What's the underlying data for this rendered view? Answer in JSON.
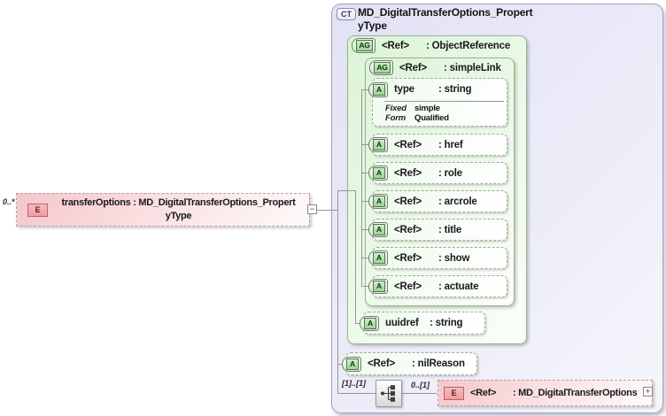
{
  "colors": {
    "complex_type_fill": "#e2e2f5",
    "complex_type_border": "#a2a2c8",
    "attribute_group_fill": "#dbf4d6",
    "attribute_group_border": "#9bb095",
    "attribute_badge_fill": "#9ad693",
    "element_fill": "#f5c6ca",
    "element_badge_fill": "#f29b9f",
    "connector": "#979797"
  },
  "left_element": {
    "multiplicity": "0..*",
    "badge": "E",
    "label_lines": [
      "transferOptions : MD_DigitalTransferOptions_Propert",
      "yType"
    ]
  },
  "complex_type": {
    "badge": "CT",
    "title_lines": [
      "MD_DigitalTransferOptions_Propert",
      "yType"
    ]
  },
  "object_reference": {
    "badge": "AG",
    "name": "<Ref>",
    "type": ": ObjectReference"
  },
  "simple_link": {
    "badge": "AG",
    "name": "<Ref>",
    "type": ": simpleLink"
  },
  "type_attribute": {
    "badge": "A",
    "name": "type",
    "type": ": string",
    "facets": [
      {
        "label": "Fixed",
        "value": "simple"
      },
      {
        "label": "Form",
        "value": "Qualified"
      }
    ]
  },
  "ref_attributes": [
    {
      "badge": "A",
      "name": "<Ref>",
      "type": ": href"
    },
    {
      "badge": "A",
      "name": "<Ref>",
      "type": ": role"
    },
    {
      "badge": "A",
      "name": "<Ref>",
      "type": ": arcrole"
    },
    {
      "badge": "A",
      "name": "<Ref>",
      "type": ": title"
    },
    {
      "badge": "A",
      "name": "<Ref>",
      "type": ": show"
    },
    {
      "badge": "A",
      "name": "<Ref>",
      "type": ": actuate"
    }
  ],
  "uuidref_attribute": {
    "badge": "A",
    "name": "uuidref",
    "type": ": string"
  },
  "nilreason_attribute": {
    "badge": "A",
    "name": "<Ref>",
    "type": ": nilReason"
  },
  "sequence_row": {
    "outer_multiplicity": "[1]..[1]",
    "inner_multiplicity": "0..[1]",
    "icon": "sequence-icon"
  },
  "child_element": {
    "badge": "E",
    "name": "<Ref>",
    "type": ": MD_DigitalTransferOptions"
  },
  "handles": {
    "collapse": "−",
    "expand": "+"
  }
}
